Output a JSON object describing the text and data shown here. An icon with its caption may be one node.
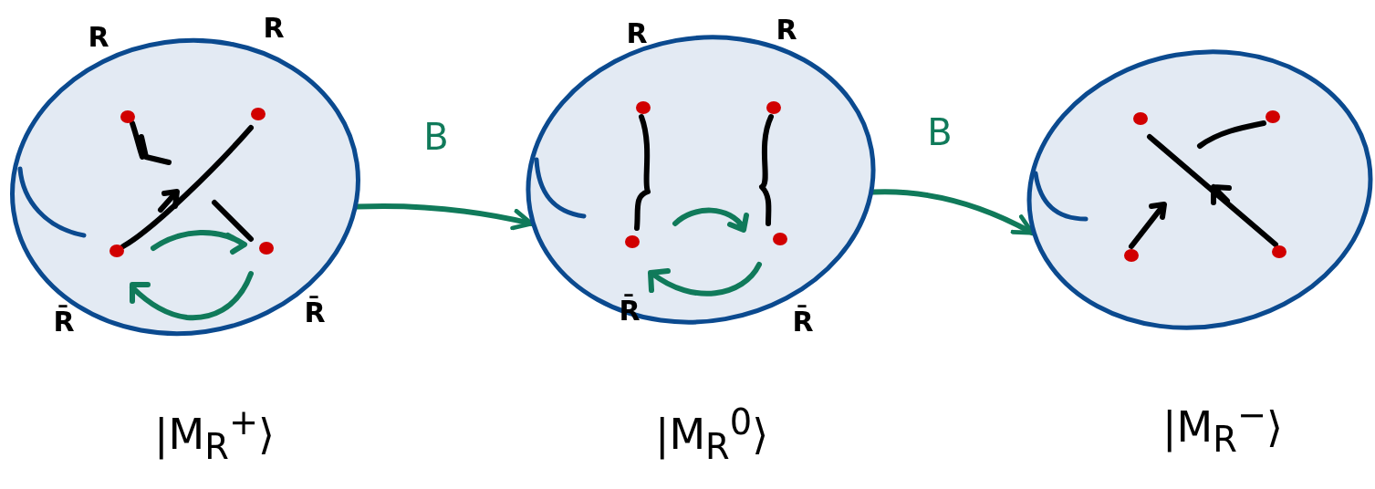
{
  "diagram": {
    "nodes": [
      {
        "text": [],
        "shape": "ellipse",
        "beside": [
          "|M$_{R}$$^{+}$⟩"
        ]
      },
      {
        "text": [],
        "shape": "ellipse",
        "beside": [
          "|M$_{R}$$^{0}$⟩"
        ]
      },
      {
        "text": [],
        "shape": "ellipse",
        "beside": [
          "|M$_{R}$$^{−}$⟩"
        ]
      }
    ],
    "edges": [
      {
        "from": 0,
        "to": 1,
        "arrow": "to",
        "label": "B"
      },
      {
        "from": 1,
        "to": 2,
        "arrow": "to",
        "label": "B"
      }
    ],
    "labels": [
      "R",
      "R",
      "R",
      "R",
      "R̄",
      "R̄",
      "R̄",
      "R̄"
    ]
  }
}
